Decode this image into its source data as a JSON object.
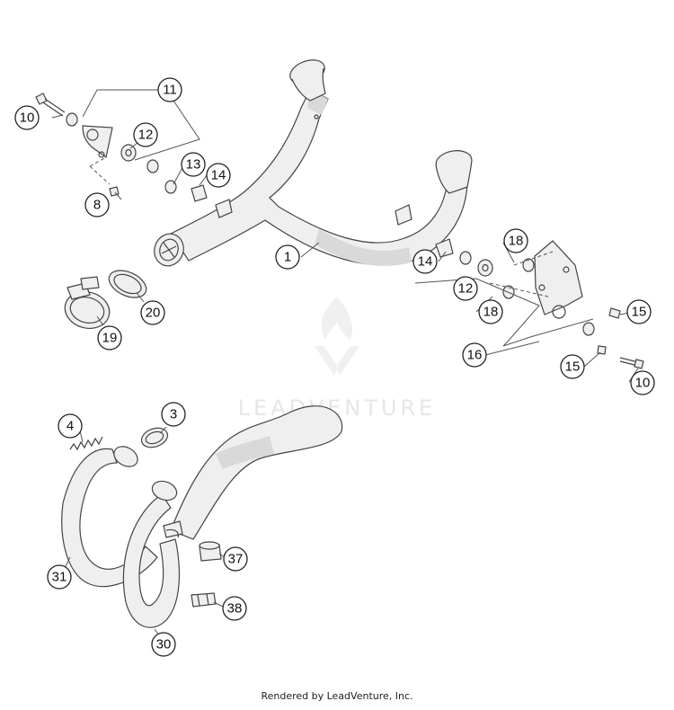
{
  "watermark": {
    "text": "LEADVENTURE"
  },
  "footer": {
    "text": "Rendered by LeadVenture, Inc."
  },
  "callouts": [
    {
      "label": "10"
    },
    {
      "label": "11"
    },
    {
      "label": "12"
    },
    {
      "label": "13"
    },
    {
      "label": "14"
    },
    {
      "label": "8"
    },
    {
      "label": "1"
    },
    {
      "label": "20"
    },
    {
      "label": "19"
    },
    {
      "label": "14"
    },
    {
      "label": "18"
    },
    {
      "label": "12"
    },
    {
      "label": "18"
    },
    {
      "label": "15"
    },
    {
      "label": "16"
    },
    {
      "label": "15"
    },
    {
      "label": "10"
    },
    {
      "label": "4"
    },
    {
      "label": "3"
    },
    {
      "label": "37"
    },
    {
      "label": "31"
    },
    {
      "label": "38"
    },
    {
      "label": "30"
    }
  ]
}
